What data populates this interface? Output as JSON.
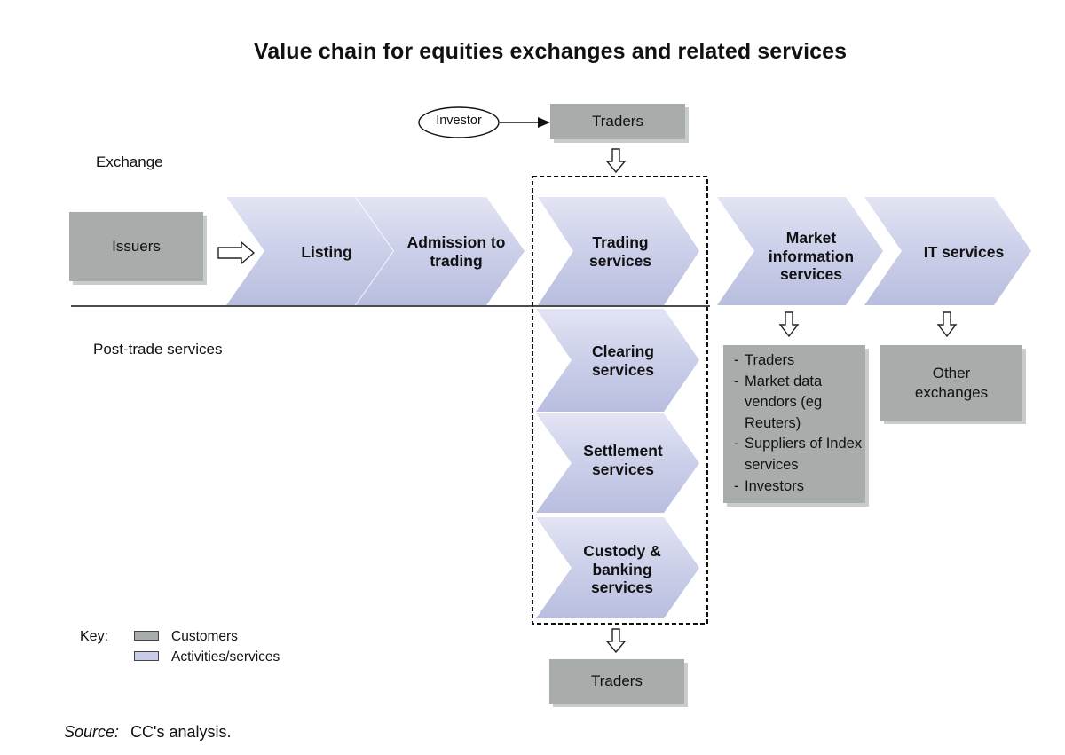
{
  "title": "Value chain for equities exchanges and related services",
  "section_labels": {
    "exchange": "Exchange",
    "post_trade": "Post-trade services"
  },
  "nodes": {
    "investor": "Investor",
    "traders_top": "Traders",
    "issuers": "Issuers",
    "listing": "Listing",
    "admission": "Admission to trading",
    "trading": "Trading services",
    "market_info": "Market information services",
    "it_services": "IT services",
    "clearing": "Clearing services",
    "settlement": "Settlement services",
    "custody": "Custody & banking services",
    "other_exchanges": "Other exchanges",
    "traders_bottom": "Traders"
  },
  "market_info_customers": [
    "Traders",
    "Market data vendors (eg Reuters)",
    "Suppliers of Index services",
    "Investors"
  ],
  "key": {
    "label": "Key:",
    "customers": "Customers",
    "activities": "Activities/services"
  },
  "source": {
    "label": "Source:",
    "text": "CC's analysis."
  },
  "colors": {
    "customer_box": "#a8acab",
    "activity_chevron": "#c9cde9",
    "activity_shadow": "#dde0f0"
  }
}
